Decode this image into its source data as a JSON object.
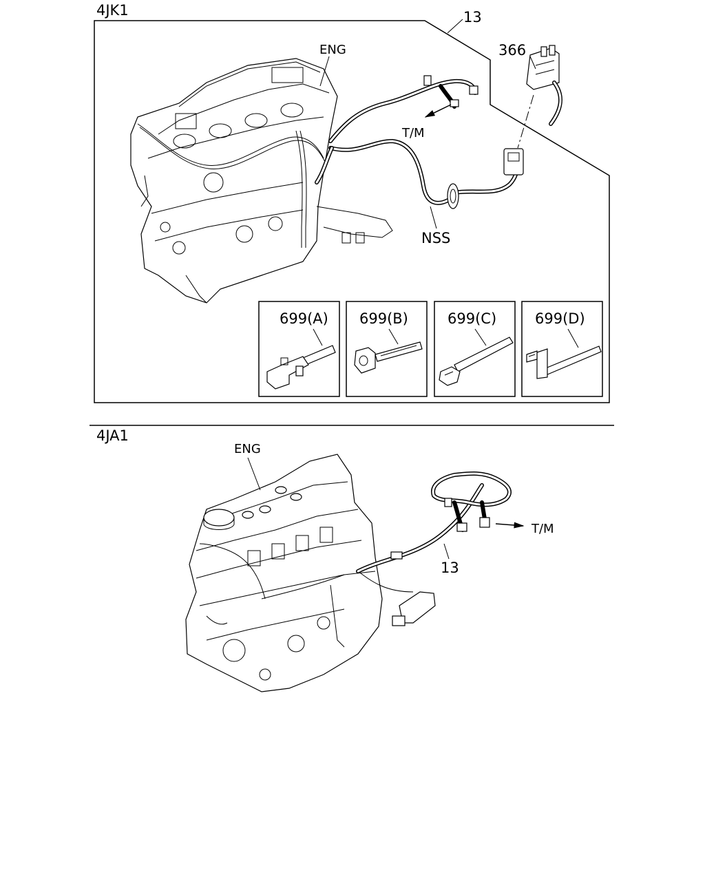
{
  "section_top": {
    "model": "4JK1",
    "labels": {
      "harness": "13",
      "connector": "366",
      "engine": "ENG",
      "transmission": "T/M",
      "nss": "NSS"
    },
    "clips": [
      {
        "label": "699(A)"
      },
      {
        "label": "699(B)"
      },
      {
        "label": "699(C)"
      },
      {
        "label": "699(D)"
      }
    ]
  },
  "section_bottom": {
    "model": "4JA1",
    "labels": {
      "engine": "ENG",
      "transmission": "T/M",
      "harness": "13"
    }
  }
}
